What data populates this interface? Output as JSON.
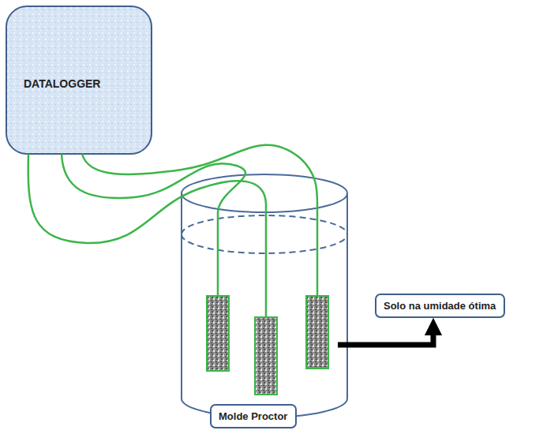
{
  "diagram": {
    "nodes": [
      {
        "text": [
          "DATALOGGER"
        ]
      },
      {
        "text": [
          "Solo na umidade ótima"
        ]
      },
      {
        "text": [
          "Molde Proctor"
        ]
      }
    ]
  }
}
